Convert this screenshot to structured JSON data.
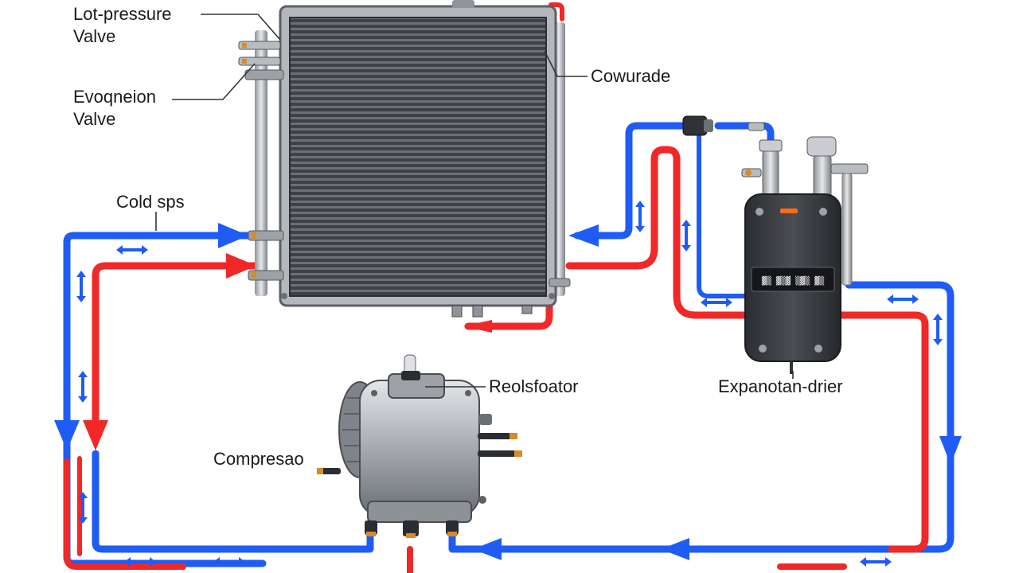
{
  "labels": {
    "low_pressure_valve": {
      "line1": "Lot-pressure",
      "line2": "Valve"
    },
    "expansion_valve": {
      "line1": "Evoqneion",
      "line2": "Valve"
    },
    "condenser": "Cowurade",
    "cold_gas": "Cold sps",
    "regulator": "Reolsfoator",
    "compressor": "Compresao",
    "receiver_drier": "Expanotan-drier",
    "drier_panel": "▓▒ ▓▒▓ ▒▓▒ ▓▒"
  },
  "colors": {
    "cold_line": "#1f5cf5",
    "hot_line": "#f02828",
    "metal_dark": "#3c4045",
    "metal_light": "#c9ccd0",
    "accent_orange": "#ff6a1a",
    "text": "#1b1b1b"
  },
  "icons": {
    "flow_arrow": "arrow-icon",
    "double_arrow": "double-arrow-icon",
    "valve": "valve-icon",
    "bolt": "bolt-icon"
  }
}
